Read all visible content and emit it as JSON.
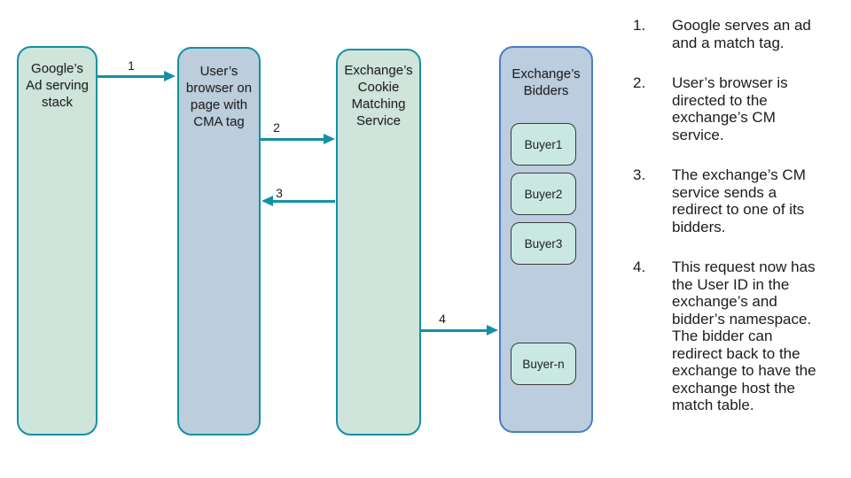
{
  "diagram": {
    "nodes": {
      "google": {
        "label": "Google’s\nAd serving\nstack"
      },
      "browser": {
        "label": "User’s\nbrowser on\npage with\nCMA tag"
      },
      "cm_service": {
        "label": "Exchange’s\nCookie\nMatching\nService"
      },
      "bidders": {
        "label": "Exchange’s\nBidders"
      }
    },
    "buyers": [
      {
        "label": "Buyer1"
      },
      {
        "label": "Buyer2"
      },
      {
        "label": "Buyer3"
      },
      {
        "label": "Buyer-n"
      }
    ],
    "arrows": [
      {
        "label": "1",
        "from": "google",
        "to": "browser",
        "direction": "right"
      },
      {
        "label": "2",
        "from": "browser",
        "to": "cm_service",
        "direction": "right"
      },
      {
        "label": "3",
        "from": "cm_service",
        "to": "browser",
        "direction": "left"
      },
      {
        "label": "4",
        "from": "cm_service",
        "to": "bidders",
        "direction": "right"
      }
    ],
    "colors": {
      "teal_accent": "#1391a3",
      "green_node_fill": "#cfe4db",
      "blue_node_fill": "#bccddb",
      "bidders_fill": "#bccde0",
      "bidders_border": "#4a7fc0",
      "buyer_fill": "#c9e8e1",
      "buyer_border": "#3a3a3a",
      "text": "#1c1c1c"
    }
  },
  "steps": {
    "items": [
      {
        "num": "1.",
        "text": "Google serves an ad\nand a match tag."
      },
      {
        "num": "2.",
        "text": "User’s browser is\ndirected to the\nexchange’s CM\nservice."
      },
      {
        "num": "3.",
        "text": "The exchange’s CM\nservice sends a\nredirect to one of its\nbidders."
      },
      {
        "num": "4.",
        "text": "This request now has\nthe User ID in the\nexchange’s and\nbidder’s namespace.\nThe bidder can\nredirect back to the\nexchange to have the\nexchange host the\nmatch table."
      }
    ]
  }
}
